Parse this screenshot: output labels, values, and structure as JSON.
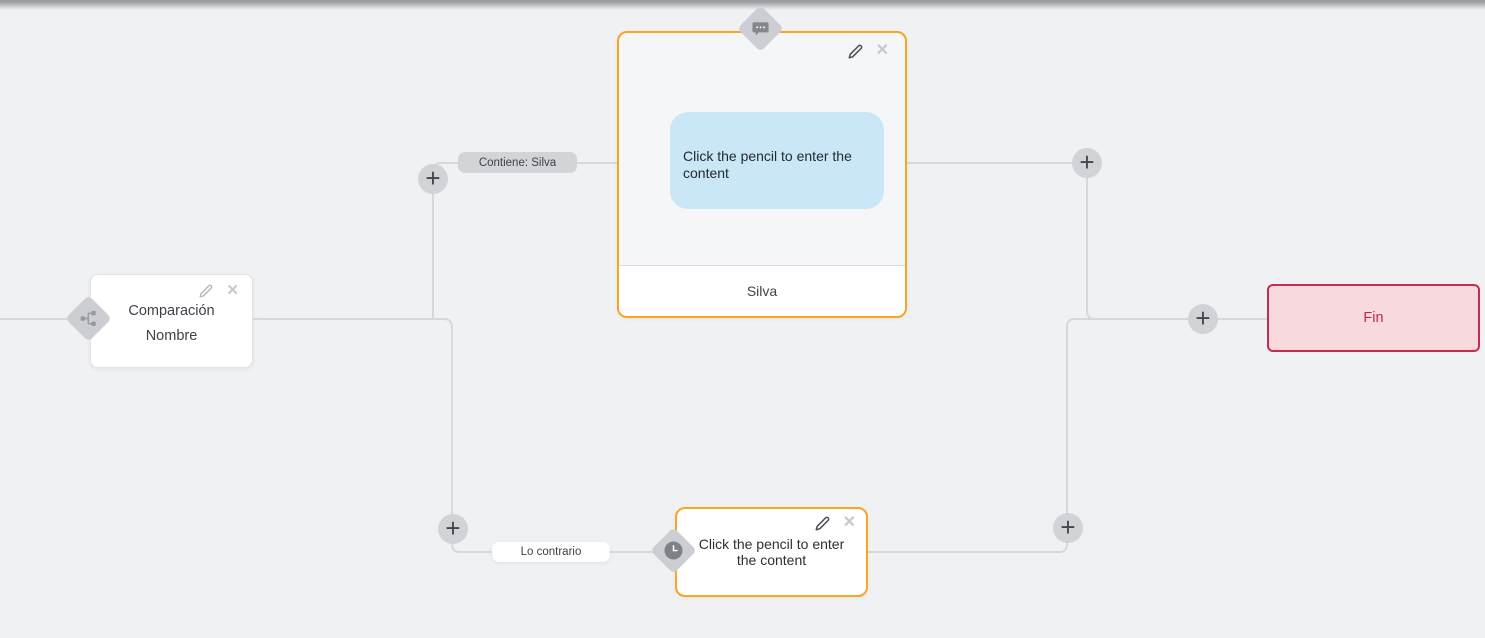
{
  "colors": {
    "accent_orange": "#F6A623",
    "end_border_red": "#C62C4E",
    "end_bg_pink": "#F7D9DE",
    "bubble_blue": "#C9E7F6",
    "canvas_bg": "#F0F1F3",
    "edge_gray": "#D7D8DC"
  },
  "comparison_node": {
    "title": "Comparación",
    "subtitle": "Nombre",
    "icon": "branch-sitemap-icon"
  },
  "message_node": {
    "bubble_text": "Click the pencil to enter the content",
    "footer_label": "Silva",
    "icon": "chat-bubble-icon"
  },
  "delay_node": {
    "text": "Click the pencil to enter the content",
    "icon": "clock-icon"
  },
  "end_node": {
    "label": "Fin"
  },
  "edge_labels": {
    "condition_true": "Contiene: Silva",
    "condition_false": "Lo contrario"
  },
  "buttons": {
    "plus": "+",
    "close": "✕"
  }
}
